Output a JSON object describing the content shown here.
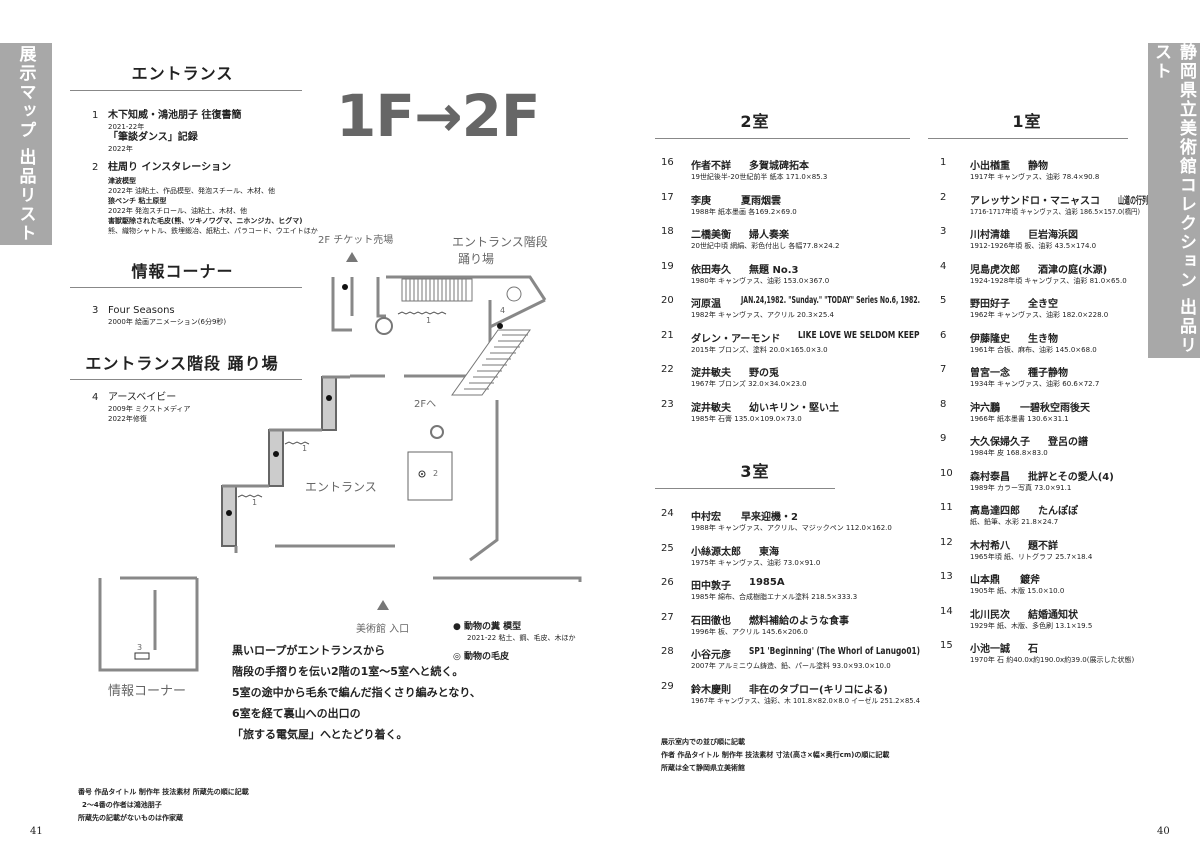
{
  "left_tab": "展示マップ 出品リスト",
  "right_tab": "静岡県立美術館コレクション 出品リスト",
  "big_title": "1F→2F",
  "sections_left": {
    "entrance": {
      "title": "エントランス",
      "items": [
        {
          "num": "1",
          "title": "木下知威・鴻池朋子 往復書簡",
          "sub1": "2021-22年",
          "title2": "「筆談ダンス」記録",
          "sub2": "2022年"
        },
        {
          "num": "2",
          "title": "柱周り インスタレーション",
          "lines": [
            "津波模型",
            "2022年 油粘土、作品模型、発泡スチール、木材、他",
            "狼ベンチ 粘土原型",
            "2022年 発泡スチロール、油粘土、木材、他",
            "害獣駆除された毛皮(熊、ツキノワグマ、ニホンジカ、ヒグマ)",
            "熊、織物シャトル、鉄埋鍛冶、紙粘土、パラコード、ウエイトほか"
          ]
        }
      ]
    },
    "info_corner": {
      "title": "情報コーナー",
      "items": [
        {
          "num": "3",
          "title": "Four Seasons",
          "sub": "2000年 絵画アニメーション(6分9秒)"
        }
      ]
    },
    "stair": {
      "title": "エントランス階段 踊り場",
      "items": [
        {
          "num": "4",
          "title": "アースベイビー",
          "sub1": "2009年 ミクストメディア",
          "sub2": "2022年修復"
        }
      ]
    }
  },
  "map_labels": {
    "ticket": "2F チケット売場",
    "stair_landing": "エントランス階段",
    "stair_landing2": "踊り場",
    "to_2f": "2Fへ",
    "entrance": "エントランス",
    "museum_entrance": "美術館 入口",
    "info_corner": "情報コーナー",
    "n1a": "1",
    "n1b": "1",
    "n1c": "1",
    "n2": "2",
    "n3": "3",
    "n4": "4"
  },
  "legend": {
    "dot": "動物の糞 模型",
    "dot_sub": "2021-22 粘土、鋼、毛皮、木ほか",
    "ring": "動物の毛皮"
  },
  "description": [
    "黒いロープがエントランスから",
    "階段の手摺りを伝い2階の1室～5室へと続く。",
    "5室の途中から毛糸で編んだ指くさり編みとなり、",
    "6室を経て裏山への出口の",
    "「旅する電気屋」へとたどり着く。"
  ],
  "footnote_left": [
    "番号 作品タイトル 制作年 技法素材 所蔵先の順に記載",
    "2～4番の作者は鴻池朋子",
    "所蔵先の記載がないものは作家蔵"
  ],
  "page_left": "41",
  "page_right": "40",
  "room2": {
    "title": "2室",
    "items": [
      {
        "n": "16",
        "artist": "作者不詳",
        "title": "多賀城碑拓本",
        "meta": "19世紀後半-20世紀前半 紙本 171.0×85.3"
      },
      {
        "n": "17",
        "artist": "李庚",
        "title": "夏雨烟雲",
        "meta": "1988年 紙本墨画 各169.2×69.0"
      },
      {
        "n": "18",
        "artist": "二橋美衡",
        "title": "婦人奏楽",
        "meta": "20世紀中頃 網絹、彩色付出し 各幅77.8×24.2"
      },
      {
        "n": "19",
        "artist": "依田寿久",
        "title": "無題 No.3",
        "meta": "1980年 キャンヴァス、油彩 153.0×367.0"
      },
      {
        "n": "20",
        "artist": "河原温",
        "title": "JAN.24,1982. \"Sunday.\" \"TODAY\" Series No.6, 1982.",
        "meta": "1982年 キャンヴァス、アクリル 20.3×25.4"
      },
      {
        "n": "21",
        "artist": "ダレン・アーモンド",
        "title": "LIKE LOVE WE SELDOM KEEP",
        "meta": "2015年 ブロンズ、塗料 20.0×165.0×3.0"
      },
      {
        "n": "22",
        "artist": "淀井敏夫",
        "title": "野の兎",
        "meta": "1967年 ブロンズ 32.0×34.0×23.0"
      },
      {
        "n": "23",
        "artist": "淀井敏夫",
        "title": "幼いキリン・堅い土",
        "meta": "1985年 石膏 135.0×109.0×73.0"
      }
    ]
  },
  "room3": {
    "title": "3室",
    "items": [
      {
        "n": "24",
        "artist": "中村宏",
        "title": "早来迎機・2",
        "meta": "1988年 キャンヴァス、アクリル、マジックペン 112.0×162.0"
      },
      {
        "n": "25",
        "artist": "小絲源太郎",
        "title": "東海",
        "meta": "1975年 キャンヴァス、油彩 73.0×91.0"
      },
      {
        "n": "26",
        "artist": "田中敦子",
        "title": "1985A",
        "meta": "1985年 綿布、合成樹脂エナメル塗料 218.5×333.3"
      },
      {
        "n": "27",
        "artist": "石田徹也",
        "title": "燃料補給のような食事",
        "meta": "1996年 板、アクリル 145.6×206.0"
      },
      {
        "n": "28",
        "artist": "小谷元彦",
        "title": "SP1 'Beginning' (The Whorl of Lanugo01)",
        "meta": "2007年 アルミニウム鋳造、鉛、パール塗料 93.0×93.0×10.0"
      },
      {
        "n": "29",
        "artist": "鈴木慶則",
        "title": "非在のタブロー(キリコによる)",
        "meta": "1967年 キャンヴァス、油彩、木 101.8×82.0×8.0 イーゼル 251.2×85.4"
      }
    ]
  },
  "room1": {
    "title": "1室",
    "items": [
      {
        "n": "1",
        "artist": "小出楢重",
        "title": "静物",
        "meta": "1917年 キャンヴァス、油彩 78.4×90.8"
      },
      {
        "n": "2",
        "artist": "アレッサンドロ・マニャスコ",
        "title": "山道の行列",
        "meta": "1716-1717年頃 キャンヴァス、油彩 186.5×157.0(楕円)"
      },
      {
        "n": "3",
        "artist": "川村清雄",
        "title": "巨岩海浜図",
        "meta": "1912-1926年頃 板、油彩 43.5×174.0"
      },
      {
        "n": "4",
        "artist": "児島虎次郎",
        "title": "酒津の庭(水源)",
        "meta": "1924-1928年頃 キャンヴァス、油彩 81.0×65.0"
      },
      {
        "n": "5",
        "artist": "野田好子",
        "title": "全き空",
        "meta": "1962年 キャンヴァス、油彩 182.0×228.0"
      },
      {
        "n": "6",
        "artist": "伊藤隆史",
        "title": "生き物",
        "meta": "1961年 合板、麻布、油彩 145.0×68.0"
      },
      {
        "n": "7",
        "artist": "曽宮一念",
        "title": "種子静物",
        "meta": "1934年 キャンヴァス、油彩 60.6×72.7"
      },
      {
        "n": "8",
        "artist": "沖六鵬",
        "title": "一碧秋空雨後天",
        "meta": "1966年 紙本墨書 130.6×31.1"
      },
      {
        "n": "9",
        "artist": "大久保婦久子",
        "title": "登呂の譜",
        "meta": "1984年 皮 168.8×83.0"
      },
      {
        "n": "10",
        "artist": "森村泰昌",
        "title": "批評とその愛人(4)",
        "meta": "1989年 カラー写真 73.0×91.1"
      },
      {
        "n": "11",
        "artist": "高島達四郎",
        "title": "たんぽぽ",
        "meta": "紙、鉛筆、水彩 21.8×24.7"
      },
      {
        "n": "12",
        "artist": "木村希八",
        "title": "題不詳",
        "meta": "1965年頃 紙、リトグラフ 25.7×18.4"
      },
      {
        "n": "13",
        "artist": "山本鼎",
        "title": "鍍斧",
        "meta": "1905年 紙、木版 15.0×10.0"
      },
      {
        "n": "14",
        "artist": "北川民次",
        "title": "結婚通知状",
        "meta": "1929年 紙、木版、多色刷 13.1×19.5"
      },
      {
        "n": "15",
        "artist": "小池一誠",
        "title": "石",
        "meta": "1970年 石 約40.0x約190.0x約39.0(展示した状態)"
      }
    ]
  },
  "footnote_right": [
    "展示室内での並び順に記載",
    "作者 作品タイトル 制作年 技法素材 寸法(高さ×幅×奥行cm)の順に記載",
    "所蔵は全て静岡県立美術館"
  ]
}
